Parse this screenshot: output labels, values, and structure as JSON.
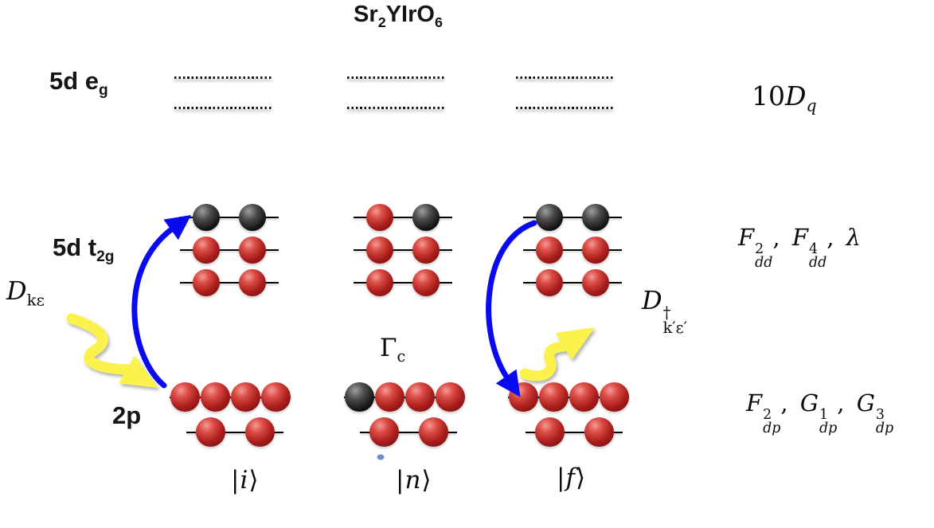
{
  "title": {
    "pre": "Sr",
    "sub1": "2",
    "mid": "YIrO",
    "sub2": "6"
  },
  "labels": {
    "eg": {
      "base": "5d e",
      "sub": "g"
    },
    "t2g": {
      "base": "5d t",
      "sub": "2g"
    },
    "p2": "2p",
    "crystal_field": {
      "coef": "10",
      "base": "D",
      "sub": "q"
    },
    "core_hole": {
      "base": "Γ",
      "sub": "c"
    },
    "incident_dipole": {
      "base": "D",
      "sub": "kε"
    },
    "emitted_dipole": {
      "base": "D",
      "sup": "†",
      "sub": "k′ε′"
    },
    "comma": ", ",
    "dd_terms": [
      {
        "base": "F",
        "sup": "2",
        "sub": "dd"
      },
      {
        "base": "F",
        "sup": "4",
        "sub": "dd"
      }
    ],
    "dd_extra": "λ",
    "dp_terms": [
      {
        "base": "F",
        "sup": "2",
        "sub": "dp"
      },
      {
        "base": "G",
        "sup": "1",
        "sub": "dp"
      },
      {
        "base": "G",
        "sup": "3",
        "sub": "dp"
      }
    ]
  },
  "states": [
    {
      "ket": {
        "bar": "|",
        "letter": "i",
        "bracket": "⟩"
      },
      "t2g": [
        [
          "hole",
          "hole"
        ],
        [
          "electron",
          "electron"
        ],
        [
          "electron",
          "electron"
        ]
      ],
      "p_upper": [
        "electron",
        "electron",
        "electron",
        "electron"
      ],
      "p_lower": [
        "electron",
        "electron"
      ]
    },
    {
      "ket": {
        "bar": "|",
        "letter": "n",
        "bracket": "⟩"
      },
      "t2g": [
        [
          "electron",
          "hole"
        ],
        [
          "electron",
          "electron"
        ],
        [
          "electron",
          "electron"
        ]
      ],
      "p_upper": [
        "hole",
        "electron",
        "electron",
        "electron"
      ],
      "p_lower": [
        "electron",
        "electron"
      ]
    },
    {
      "ket": {
        "bar": "|",
        "letter": "f",
        "bracket": "⟩"
      },
      "t2g": [
        [
          "hole",
          "hole"
        ],
        [
          "electron",
          "electron"
        ],
        [
          "electron",
          "electron"
        ]
      ],
      "p_upper": [
        "electron",
        "electron",
        "electron",
        "electron"
      ],
      "p_lower": [
        "electron",
        "electron"
      ]
    }
  ],
  "colors": {
    "electron": "#ab1e1c",
    "hole": "#161616",
    "arrow_blue": "#0a0af0",
    "photon_yellow": "#fbf34c",
    "stray_dot": "#6b8fc9"
  }
}
